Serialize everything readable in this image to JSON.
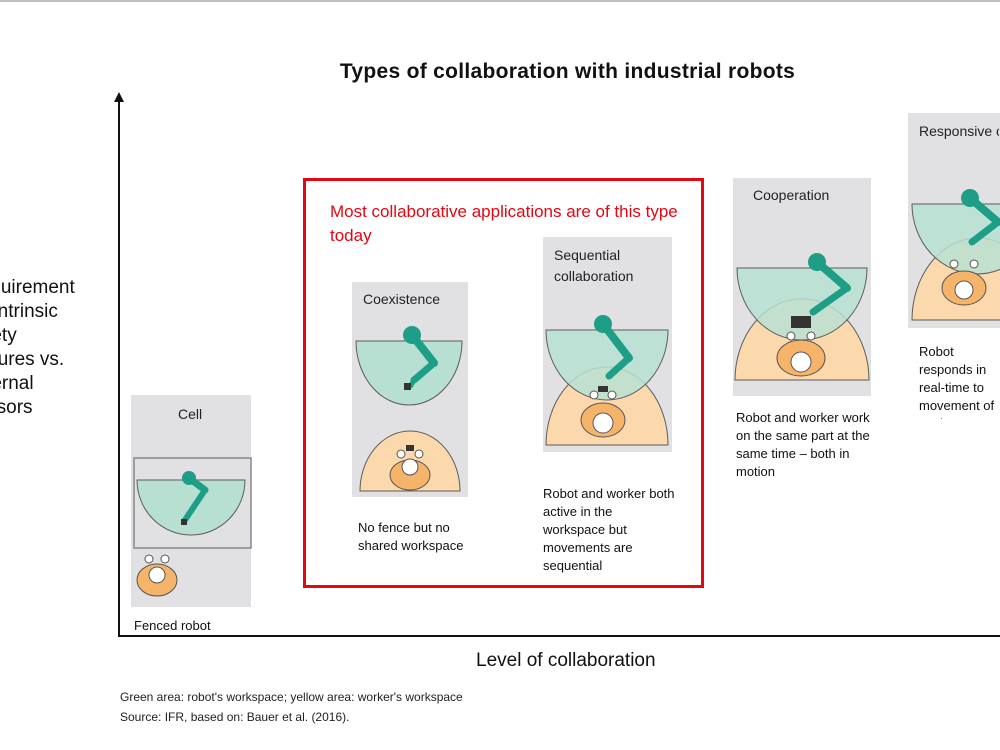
{
  "title": "Types of collaboration with industrial robots",
  "y_axis_label_lines": [
    "Requirement",
    "for intrinsic",
    "safety",
    "features vs.",
    "external",
    "sensors"
  ],
  "x_axis_label": "Level of collaboration",
  "highlight_text": "Most collaborative applications are of this type today",
  "stages": [
    {
      "title": "Cell",
      "caption": "Fenced robot"
    },
    {
      "title": "Coexistence",
      "caption": "No fence but no shared workspace"
    },
    {
      "title": "Sequential collaboration",
      "caption": "Robot and worker both active in the workspace but movements are sequential"
    },
    {
      "title": "Cooperation",
      "caption": "Robot and worker work on the same part at the same time – both in motion"
    },
    {
      "title": "Responsive collaboration",
      "caption": "Robot responds in real-time to movement of worker"
    }
  ],
  "footnotes": [
    "Green area: robot's workspace; yellow area: worker's workspace",
    "Source: IFR, based on: Bauer et al. (2016)."
  ],
  "colors": {
    "robot_workspace": "#b7e0d2",
    "worker_workspace": "#fbd9ad",
    "robot_arm": "#1f9e87",
    "highlight": "#e30613",
    "panel": "#e1e1e3"
  }
}
